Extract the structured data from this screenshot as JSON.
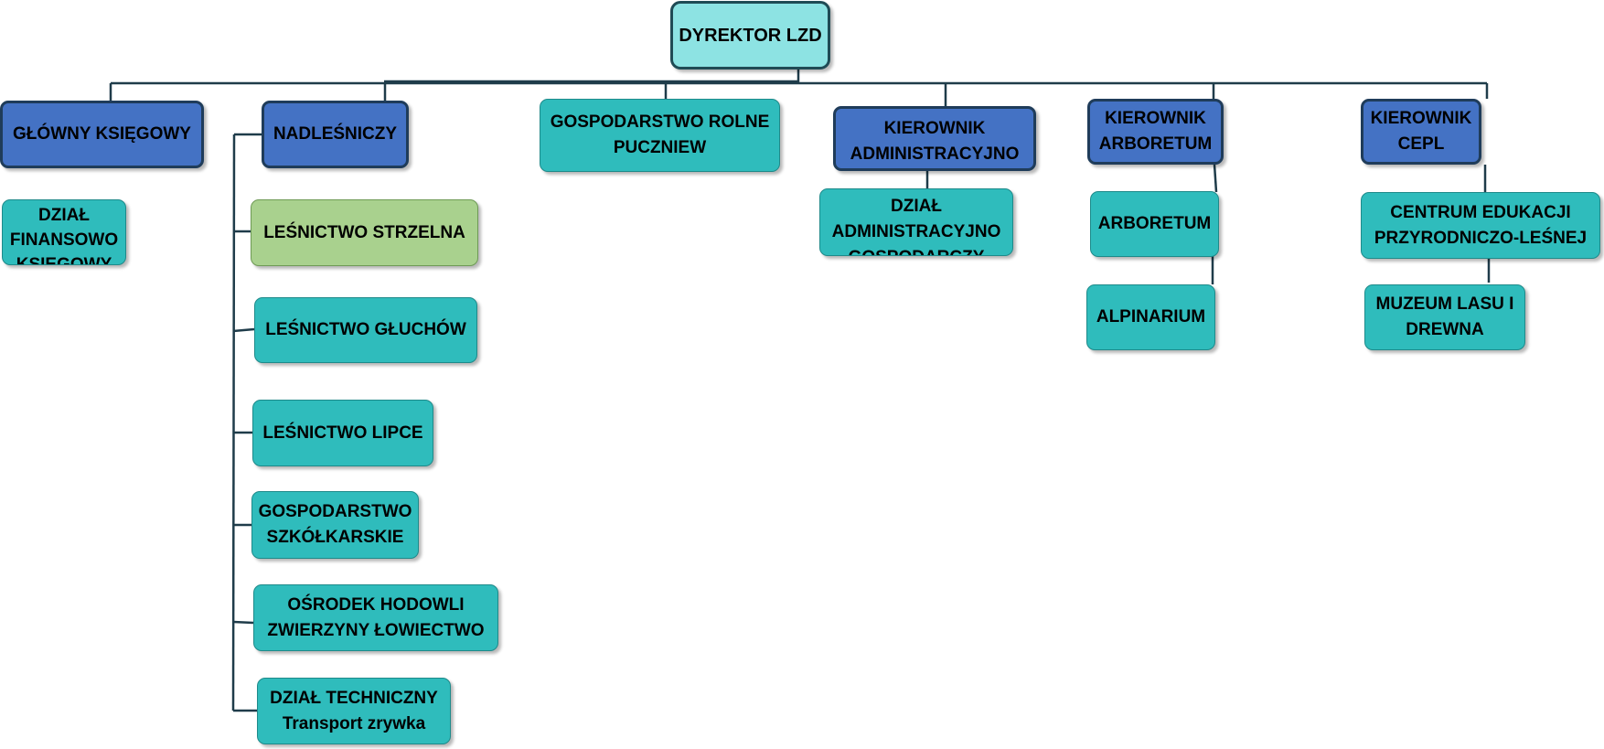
{
  "diagram": {
    "root": "DYREKTOR LZD",
    "level1": [
      "GŁÓWNY KSIĘGOWY",
      "NADLEŚNICZY",
      "GOSPODARSTWO ROLNE PUCZNIEW",
      "KIEROWNIK ADMINISTRACYJNO GOSPODARCZY",
      "KIEROWNIK ARBORETUM",
      "KIEROWNIK CEPL"
    ],
    "finance": [
      "DZIAŁ FINANSOWO KSIĘGOWY"
    ],
    "forestry": [
      "LEŚNICTWO STRZELNA",
      "LEŚNICTWO GŁUCHÓW",
      "LEŚNICTWO LIPCE",
      "GOSPODARSTWO SZKÓŁKARSKIE",
      "OŚRODEK HODOWLI ZWIERZYNY ŁOWIECTWO",
      "DZIAŁ TECHNICZNY Transport zrywka"
    ],
    "admin": [
      "DZIAŁ ADMINISTRACYJNO GOSPODARCZY"
    ],
    "arboretum": [
      "ARBORETUM",
      "ALPINARIUM"
    ],
    "cepl": [
      "CENTRUM EDUKACJI PRZYRODNICZO-LEŚNEJ",
      "MUZEUM LASU I DREWNA"
    ],
    "colors": {
      "top": "#8de3e3",
      "manager": "#4472c4",
      "unit": "#2fbcbc",
      "highlight": "#a9d18e",
      "line": "#1f3c4a"
    }
  }
}
